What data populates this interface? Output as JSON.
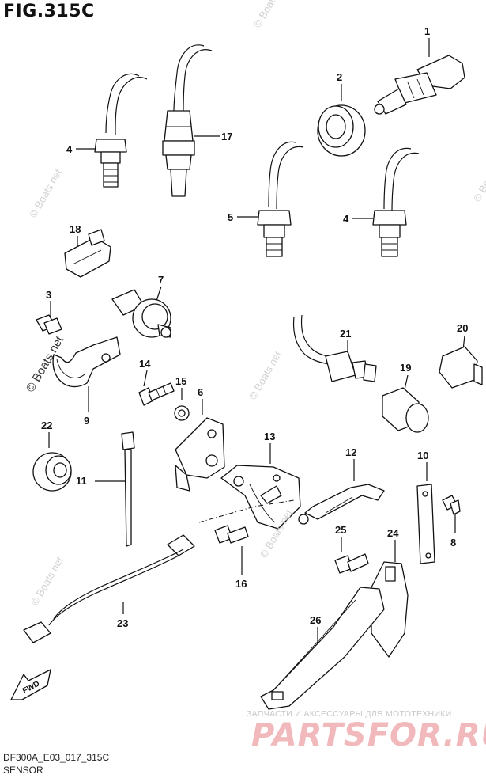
{
  "figure": {
    "title": "FIG.315C"
  },
  "footer": {
    "code": "DF300A_E03_017_315C",
    "title": "SENSOR"
  },
  "watermark": {
    "sub": "ЗАПЧАСТИ И АКСЕССУАРЫ ДЛЯ МОТОТЕХНИКИ",
    "main": "PARTSFOR.RU",
    "net": "© Boats.net",
    "net_short": "© Boats net"
  },
  "fwd_label": "FWD",
  "callouts": [
    "1",
    "2",
    "3",
    "4",
    "4",
    "5",
    "6",
    "7",
    "8",
    "9",
    "10",
    "11",
    "12",
    "13",
    "14",
    "15",
    "16",
    "17",
    "18",
    "19",
    "20",
    "21",
    "22",
    "23",
    "24",
    "25",
    "26"
  ]
}
